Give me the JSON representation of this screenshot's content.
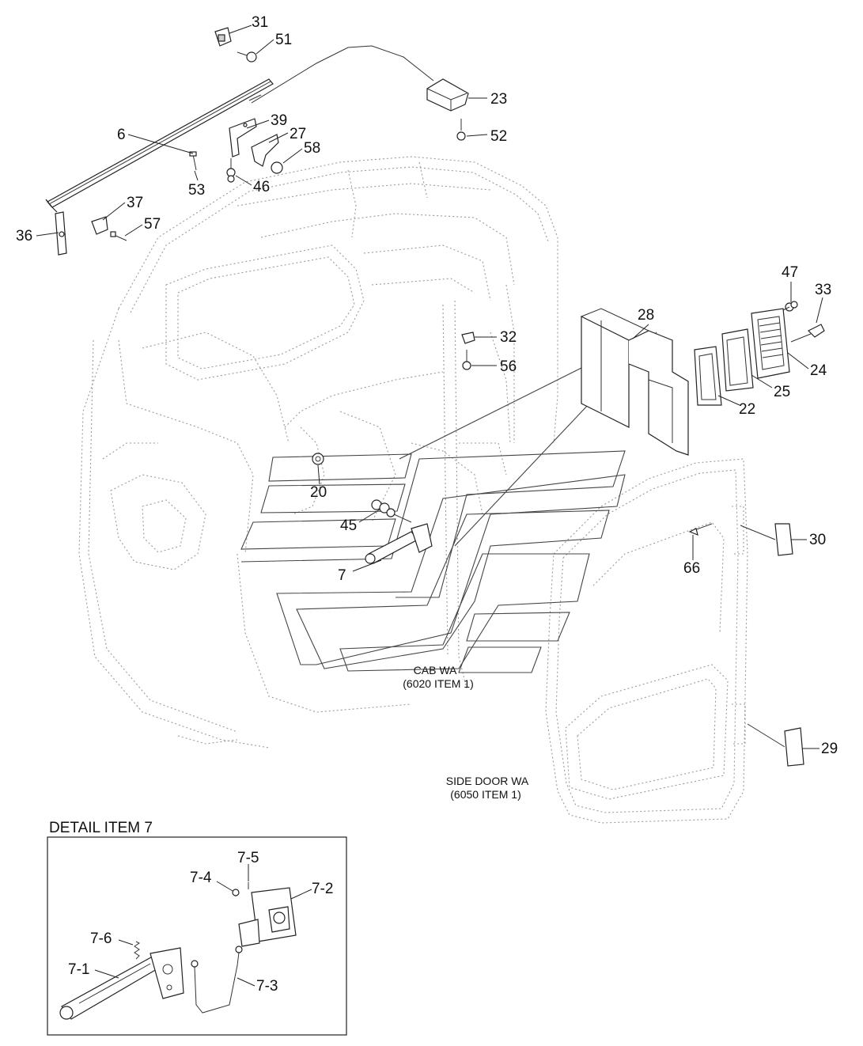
{
  "callouts": {
    "c31": "31",
    "c51": "51",
    "c23": "23",
    "c52": "52",
    "c6": "6",
    "c39": "39",
    "c27": "27",
    "c58": "58",
    "c53": "53",
    "c46": "46",
    "c37": "37",
    "c57": "57",
    "c36": "36",
    "c47": "47",
    "c33": "33",
    "c28": "28",
    "c32": "32",
    "c56": "56",
    "c24": "24",
    "c25": "25",
    "c22": "22",
    "c20": "20",
    "c45": "45",
    "c7": "7",
    "c30": "30",
    "c66": "66",
    "c29": "29",
    "d75": "7-5",
    "d74": "7-4",
    "d72": "7-2",
    "d76": "7-6",
    "d71": "7-1",
    "d73": "7-3"
  },
  "captions": {
    "cab_name": "CAB WA",
    "cab_ref": "(6020 ITEM 1)",
    "door_name": "SIDE DOOR WA",
    "door_ref": "(6050 ITEM 1)"
  },
  "detail": {
    "title": "DETAIL ITEM 7"
  }
}
